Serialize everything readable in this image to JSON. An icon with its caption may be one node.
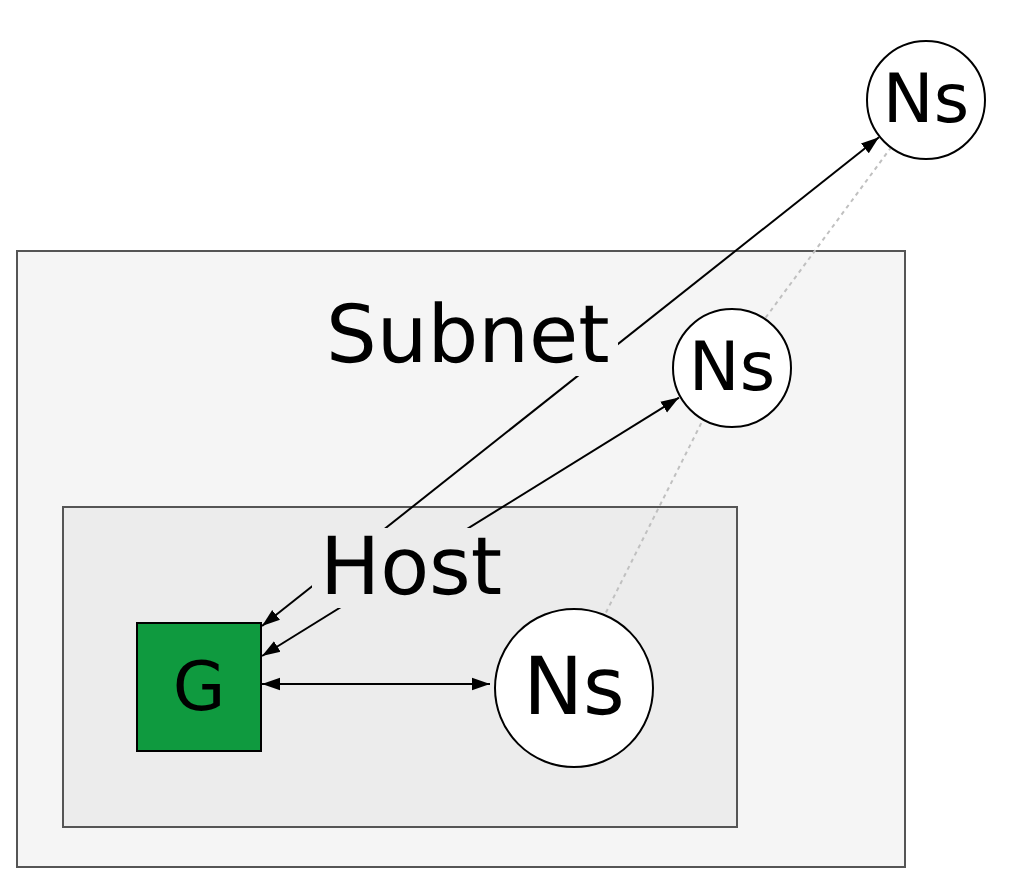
{
  "diagram": {
    "nodes": [
      {
        "text": [
          "Subnet"
        ]
      },
      {
        "text": [
          "Host"
        ],
        "in": 0
      },
      {
        "text": [
          "G"
        ],
        "in": 1
      },
      {
        "text": [
          "Ns"
        ],
        "in": 1
      },
      {
        "text": [
          "Ns"
        ],
        "in": 0
      },
      {
        "text": [
          "Ns"
        ]
      }
    ],
    "edges": [
      {
        "from": 2,
        "to": 3,
        "arrow": "both"
      },
      {
        "from": 2,
        "to": 4,
        "arrow": "both"
      },
      {
        "from": 2,
        "to": 5,
        "arrow": "both"
      },
      {
        "from": 3,
        "to": 4,
        "arrow": "none",
        "style": "dashed",
        "color": "#c0c0c0"
      },
      {
        "from": 4,
        "to": 5,
        "arrow": "none",
        "style": "dashed",
        "color": "#c0c0c0"
      }
    ]
  }
}
